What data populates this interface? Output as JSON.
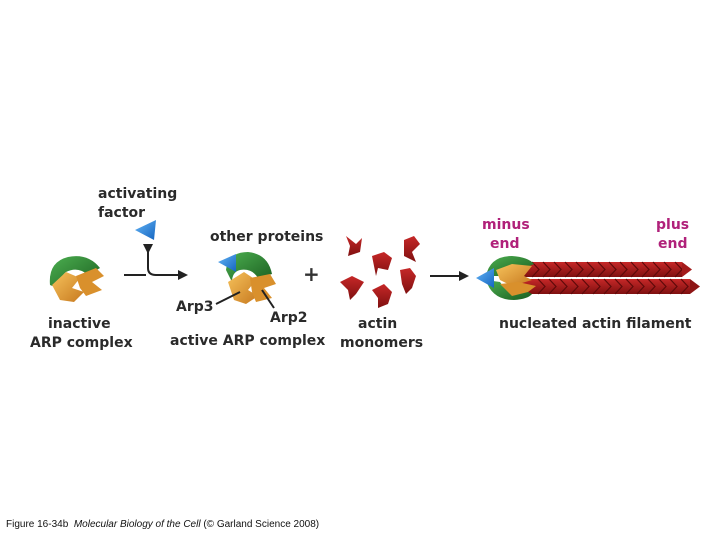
{
  "labels": {
    "activating_factor": [
      "activating",
      "factor"
    ],
    "other_proteins": "other proteins",
    "arp3": "Arp3",
    "arp2": "Arp2",
    "inactive_complex": [
      "inactive",
      "ARP complex"
    ],
    "active_complex": "active ARP complex",
    "actin_monomers": [
      "actin",
      "monomers"
    ],
    "minus_end": [
      "minus",
      "end"
    ],
    "plus_end": [
      "plus",
      "end"
    ],
    "nucleated_filament": "nucleated actin filament",
    "plus_sign": "+"
  },
  "caption": {
    "figure": "Figure 16-34b",
    "book": "Molecular Biology of the Cell",
    "credit": "(© Garland Science 2008)"
  },
  "colors": {
    "arp_green": "#2e7d32",
    "arp_orange": "#e8a33a",
    "activator_blue": "#1e88e5",
    "actin_red": "#a31b1b",
    "end_label_pink": "#b0217a",
    "text": "#2a2a2a"
  }
}
